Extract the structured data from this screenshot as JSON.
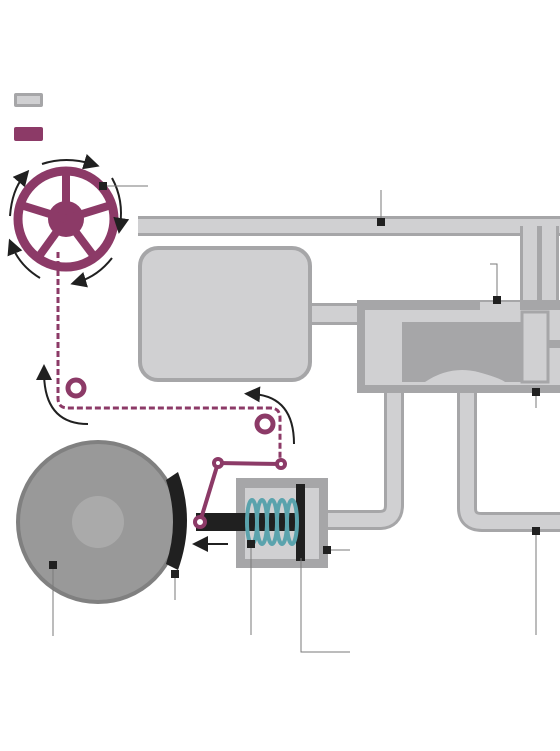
{
  "colors": {
    "background": "#ffffff",
    "pipe_fill": "#d0d0d2",
    "pipe_edge": "#a6a6a8",
    "chain_accent": "#8c3a67",
    "wheel_dark": "#999999",
    "wheel_hub": "#aaaaaa",
    "brake_black": "#202020",
    "spring_teal": "#5aa3ad",
    "leader_line": "#7a7a7a",
    "marker": "#202020"
  },
  "legend": [
    {
      "swatch": "pipe_fill",
      "label": ""
    },
    {
      "swatch": "chain_accent",
      "label": ""
    }
  ],
  "components": [
    {
      "name": "hand-brake-wheel"
    },
    {
      "name": "brake-chain"
    },
    {
      "name": "train-line-pipe"
    },
    {
      "name": "auxiliary-reservoir"
    },
    {
      "name": "triple-valve"
    },
    {
      "name": "brake-cylinder"
    },
    {
      "name": "piston-spring"
    },
    {
      "name": "piston"
    },
    {
      "name": "brake-rod-lever"
    },
    {
      "name": "brake-shoe"
    },
    {
      "name": "rail-wheel"
    },
    {
      "name": "cylinder-pipe"
    }
  ],
  "callouts": []
}
